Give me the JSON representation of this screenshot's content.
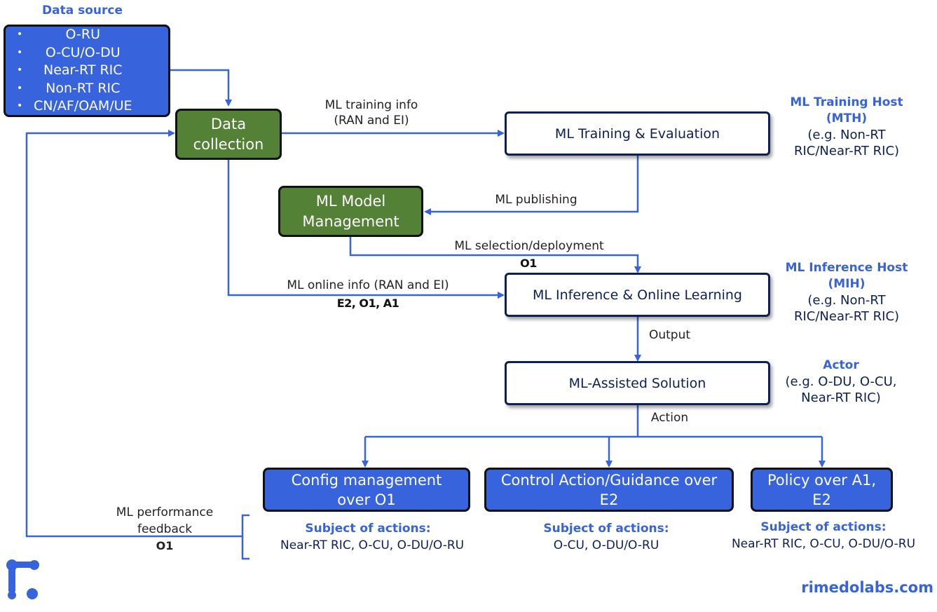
{
  "data_source": {
    "title": "Data source",
    "items": [
      "O-RU",
      "O-CU/O-DU",
      "Near-RT RIC",
      "Non-RT RIC",
      "CN/AF/OAM/UE"
    ]
  },
  "nodes": {
    "data_collection": "Data collection",
    "model_management": "ML Model Management",
    "training": "ML Training & Evaluation",
    "inference": "ML Inference & Online Learning",
    "solution": "ML-Assisted Solution",
    "config": "Config management over O1",
    "control": "Control Action/Guidance over E2",
    "policy": "Policy over A1, E2"
  },
  "edges": {
    "training_info_1": "ML training info",
    "training_info_2": "(RAN and EI)",
    "publishing": "ML publishing",
    "selection": "ML selection/deployment",
    "selection_iface": "O1",
    "online_info": "ML online info (RAN and EI)",
    "online_iface": "E2, O1, A1",
    "output": "Output",
    "action": "Action",
    "feedback_1": "ML performance",
    "feedback_2": "feedback",
    "feedback_iface": "O1"
  },
  "hosts": {
    "mth_title_1": "ML Training Host",
    "mth_title_2": "(MTH)",
    "mth_desc_1": "(e.g. Non-RT",
    "mth_desc_2": "RIC/Near-RT RIC)",
    "mih_title_1": "ML Inference Host",
    "mih_title_2": "(MIH)",
    "mih_desc_1": "(e.g. Non-RT",
    "mih_desc_2": "RIC/Near-RT RIC)",
    "actor_title": "Actor",
    "actor_desc_1": "(e.g. O-DU, O-CU,",
    "actor_desc_2": "Near-RT RIC)"
  },
  "subjects": {
    "heading": "Subject of actions:",
    "config": "Near-RT RIC, O-CU, O-DU/O-RU",
    "control": "O-CU, O-DU/O-RU",
    "policy": "Near-RT RIC, O-CU, O-DU/O-RU"
  },
  "brand": {
    "site": "rimedolabs.com",
    "logo_icon": "rimedo-logo-icon",
    "accent": "#3763dc",
    "green": "#538135",
    "navy": "#0d1f55"
  }
}
